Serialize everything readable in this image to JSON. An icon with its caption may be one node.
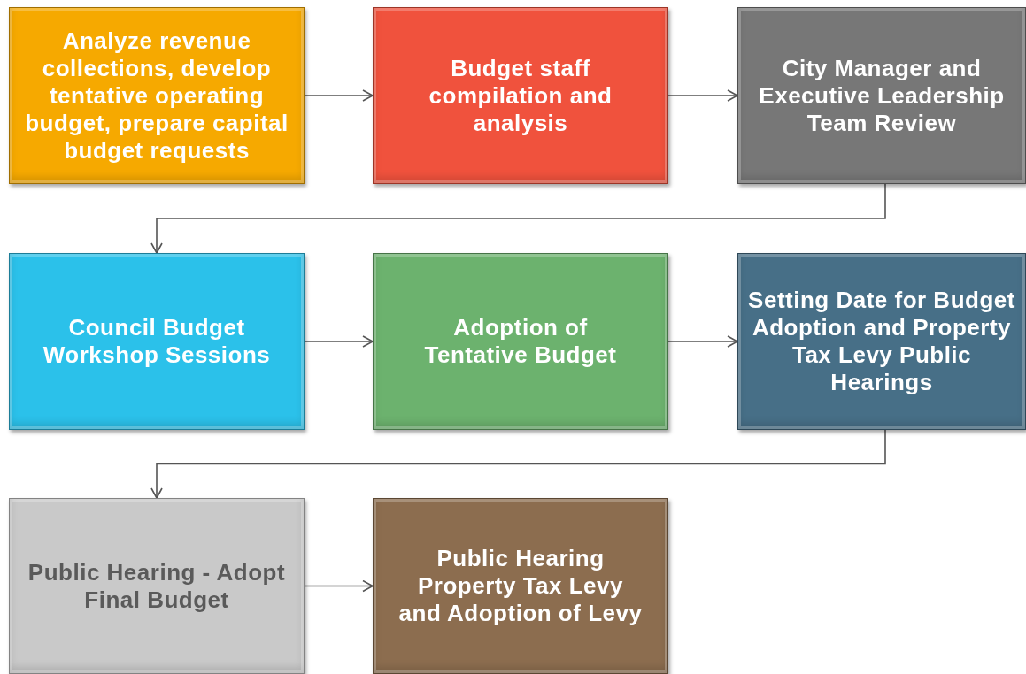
{
  "diagram": {
    "nodes": [
      {
        "text": [
          "Analyze revenue collections, develop tentative operating budget, prepare capital budget requests"
        ]
      },
      {
        "text": [
          "Budget staff compilation and analysis"
        ]
      },
      {
        "text": [
          "City Manager and Executive Leadership Team Review"
        ]
      },
      {
        "text": [
          "Council Budget Workshop Sessions"
        ]
      },
      {
        "text": [
          "Adoption of Tentative Budget"
        ]
      },
      {
        "text": [
          "Setting Date for Budget Adoption and Property Tax Levy Public Hearings"
        ]
      },
      {
        "text": [
          "Public Hearing - Adopt Final Budget"
        ]
      },
      {
        "text": [
          "Public Hearing Property Tax Levy and Adoption of Levy"
        ]
      }
    ],
    "edges": [
      {
        "from": 0,
        "to": 1,
        "arrow": "to"
      },
      {
        "from": 1,
        "to": 2,
        "arrow": "to"
      },
      {
        "from": 2,
        "to": 3,
        "arrow": "to"
      },
      {
        "from": 3,
        "to": 4,
        "arrow": "to"
      },
      {
        "from": 4,
        "to": 5,
        "arrow": "to"
      },
      {
        "from": 5,
        "to": 6,
        "arrow": "to"
      },
      {
        "from": 6,
        "to": 7,
        "arrow": "to"
      }
    ]
  }
}
